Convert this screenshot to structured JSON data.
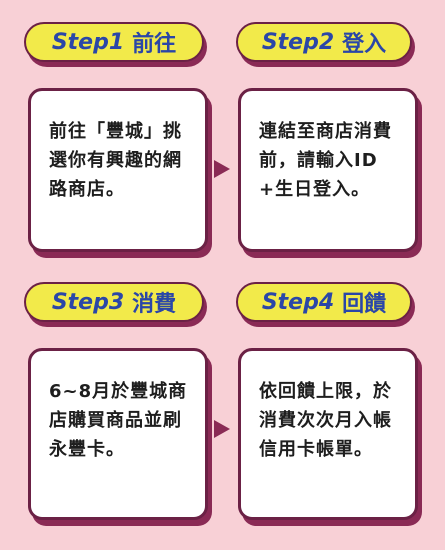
{
  "colors": {
    "background": "#f8d0d6",
    "pill_fill": "#f2ea4a",
    "pill_text": "#2a46a8",
    "border": "#6b2145",
    "shadow": "#8a2a55",
    "card_fill": "#ffffff",
    "card_text": "#1e1e1e"
  },
  "steps": [
    {
      "step_label": "Step1",
      "title": "前往",
      "description": "前往「豐城」挑選你有興趣的網路商店。"
    },
    {
      "step_label": "Step2",
      "title": "登入",
      "description": "連結至商店消費前，請輸入ID+生日登入。"
    },
    {
      "step_label": "Step3",
      "title": "消費",
      "description": "6~8月於豐城商店購買商品並刷永豐卡。"
    },
    {
      "step_label": "Step4",
      "title": "回饋",
      "description": "依回饋上限，於消費次次月入帳信用卡帳單。"
    }
  ],
  "arrows": [
    "arrow-right-icon",
    "arrow-right-icon"
  ]
}
